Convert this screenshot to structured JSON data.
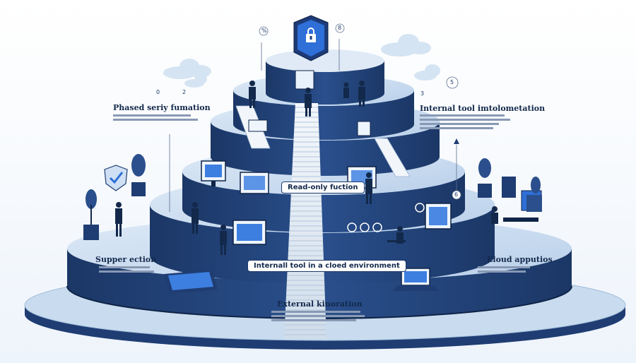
{
  "labels": {
    "phased_security": "Phased seriy fumation",
    "internal_tool_implementation": "Internal tool imtolometation",
    "read_only_function": "Read-only fuction",
    "internal_tool_cloud": "Internall tool in a cloed environment",
    "super_section": "Supper ection",
    "cloud_applications": "Eloud apputios",
    "external_kinormation": "External kinoration"
  },
  "markers": {
    "m0": "0",
    "m2": "2",
    "m3": "3",
    "m5": "5",
    "m6": "6",
    "m8": "8",
    "m_pct": "%"
  },
  "colors": {
    "navy": "#1f3d73",
    "deep_navy": "#13294b",
    "light_blue": "#c8ddf0",
    "pale_blue": "#e6f0fa",
    "accent_blue": "#2f6fd8"
  }
}
